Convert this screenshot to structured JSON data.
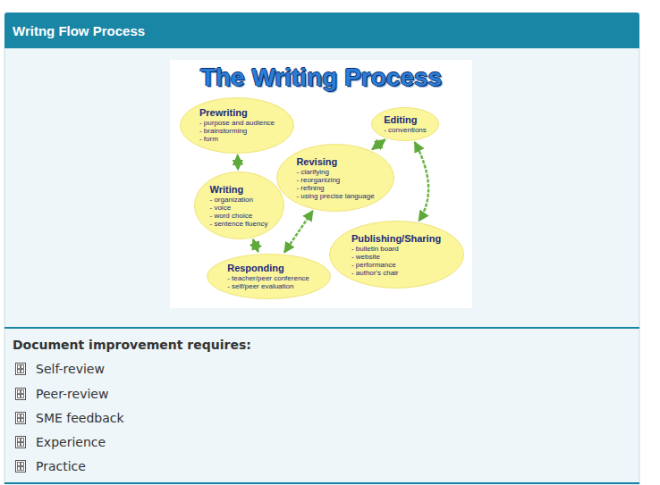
{
  "diagram": {
    "title": "Writng Flow Process",
    "nodes": [
      {
        "text": [
          "Prewriting",
          "- purpose and audience",
          "- brainstorming",
          "- form"
        ]
      },
      {
        "text": [
          "Writing",
          "- organization",
          "- voice",
          "- word choice",
          "- sentence fluency"
        ]
      },
      {
        "text": [
          "Responding",
          "- teacher/peer conference",
          "- self/peer evaluation"
        ]
      },
      {
        "text": [
          "Revising",
          "- clarifying",
          "- reorganizing",
          "- refining",
          "- using precise language"
        ]
      },
      {
        "text": [
          "Editing",
          "- conventions"
        ]
      },
      {
        "text": [
          "Publishing/Sharing",
          "- bulletin board",
          "- website",
          "- performance",
          "- author's chair"
        ]
      }
    ],
    "edges": [
      {
        "from": 0,
        "to": 1,
        "arrow": "both"
      },
      {
        "from": 1,
        "to": 2,
        "arrow": "both"
      },
      {
        "from": 2,
        "to": 3,
        "arrow": "both"
      },
      {
        "from": 3,
        "to": 4,
        "arrow": "both"
      },
      {
        "from": 4,
        "to": 5,
        "arrow": "both"
      }
    ],
    "labels": [
      "The Writing Process",
      "Document improvement requires:",
      "Self-review",
      "Peer-review",
      "SME feedback",
      "Experience",
      "Practice"
    ]
  }
}
